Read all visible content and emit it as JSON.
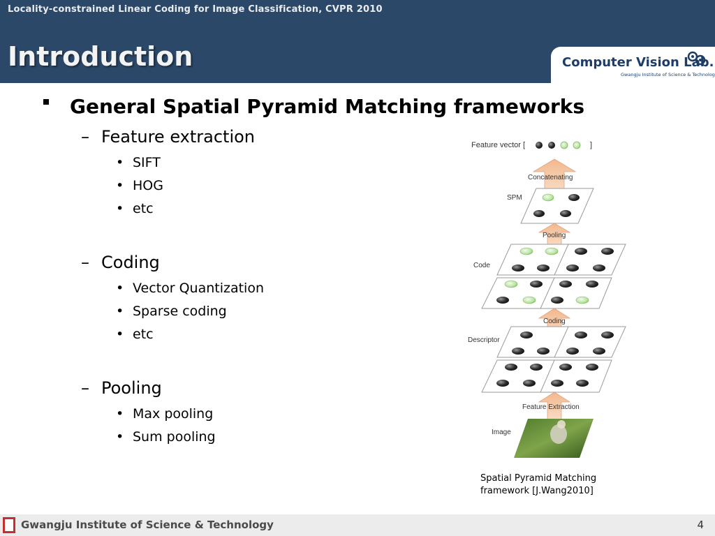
{
  "header": {
    "subtitle": "Locality-constrained Linear Coding for Image Classification, CVPR 2010",
    "title": "Introduction",
    "logo": {
      "text": "Computer Vision Lab.",
      "subtext": "Gwangju Institute of Science & Technology"
    }
  },
  "content": {
    "main_bullet": "General Spatial Pyramid Matching frameworks",
    "sections": [
      {
        "heading": "Feature extraction",
        "items": [
          "SIFT",
          "HOG",
          "etc"
        ]
      },
      {
        "heading": "Coding",
        "items": [
          "Vector Quantization",
          "Sparse coding",
          "etc"
        ]
      },
      {
        "heading": "Pooling",
        "items": [
          "Max pooling",
          "Sum pooling"
        ]
      }
    ]
  },
  "figure": {
    "labels": {
      "feature_vector": "Feature vector [",
      "close_bracket": "]",
      "spm": "SPM",
      "code": "Code",
      "descriptor": "Descriptor",
      "image": "Image"
    },
    "arrows": {
      "concatenating": "Concatenating",
      "pooling": "Pooling",
      "coding": "Coding",
      "feature_extraction": "Feature Extraction"
    },
    "caption_line1": "Spatial Pyramid Matching",
    "caption_line2": "framework [J.Wang2010]"
  },
  "footer": {
    "institute": "Gwangju Institute of Science & Technology",
    "page": "4"
  },
  "colors": {
    "header_bg": "#2c4868",
    "logo_blue": "#1d3d66",
    "arrow_fill": "#f6c9a6",
    "green_dot": "#8fce72",
    "dark_dot": "#2a2a2a",
    "footer_bg": "#ececec"
  }
}
